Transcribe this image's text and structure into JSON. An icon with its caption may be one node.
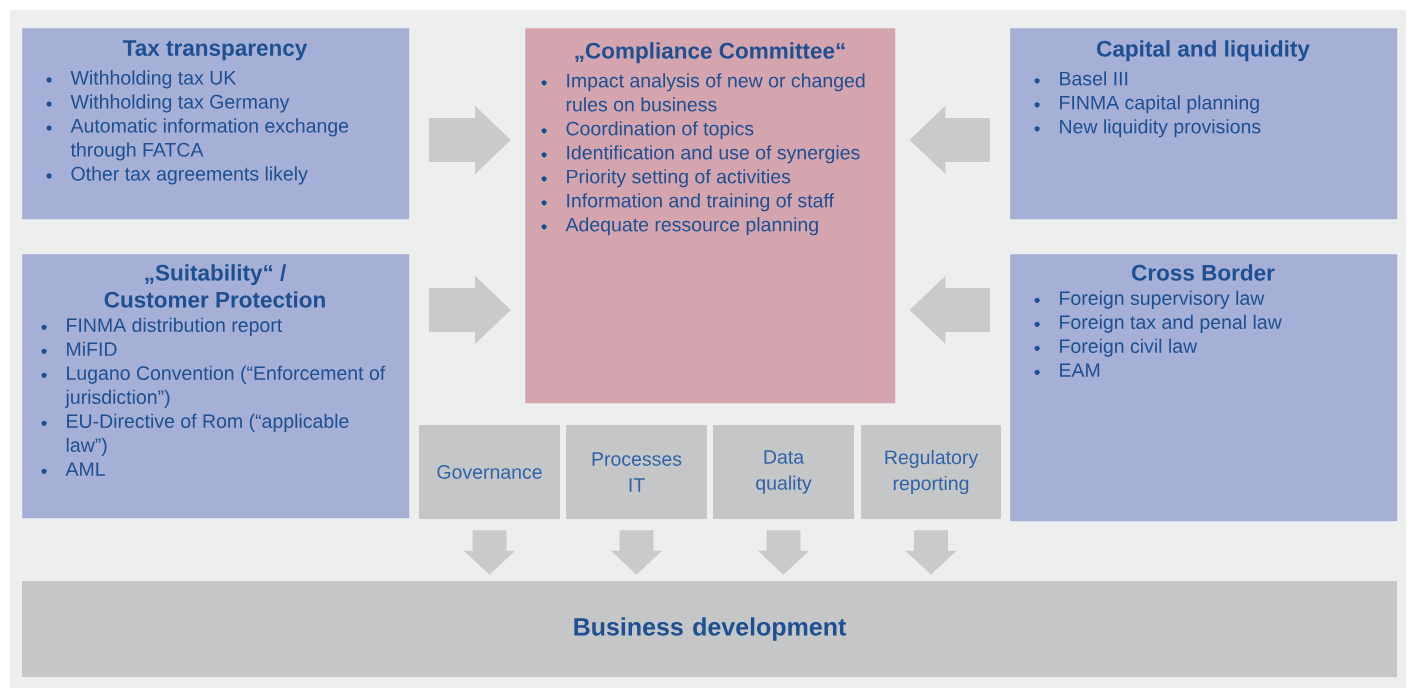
{
  "diagram": {
    "nodes": [
      {
        "text": [
          "Tax transparency",
          "Withholding tax UK",
          "Withholding tax Germany",
          "Automatic information exchange through FATCA",
          "Other tax agreements likely"
        ]
      },
      {
        "text": [
          "„Compliance Committee“",
          "Impact analysis of new or changed rules on business",
          "Coordination of topics",
          "Identification and use of synergies",
          "Priority setting of activities",
          "Information and training of staff",
          "Adequate ressource planning"
        ]
      },
      {
        "text": [
          "Capital and liquidity",
          "Basel III",
          "FINMA capital planning",
          "New liquidity provisions"
        ]
      },
      {
        "text": [
          "„Suitability“ / Customer Protection",
          "FINMA distribution report",
          "MiFID",
          "Lugano Convention (“Enforcement of jurisdiction”)",
          "EU-Directive of Rom (“applicable law”)",
          "AML"
        ]
      },
      {
        "text": [
          "Cross Border",
          "Foreign supervisory law",
          "Foreign tax and penal law",
          "Foreign civil law",
          "EAM"
        ]
      },
      {
        "text": [
          "Governance"
        ]
      },
      {
        "text": [
          "Processes IT"
        ]
      },
      {
        "text": [
          "Data quality"
        ]
      },
      {
        "text": [
          "Regulatory reporting"
        ]
      },
      {
        "text": [
          "Business development"
        ]
      }
    ],
    "edges": [
      {
        "from": 0,
        "to": 1,
        "arrow": "to"
      },
      {
        "from": 2,
        "to": 1,
        "arrow": "to"
      },
      {
        "from": 3,
        "to": 1,
        "arrow": "to"
      },
      {
        "from": 4,
        "to": 1,
        "arrow": "to"
      },
      {
        "from": 5,
        "to": 9,
        "arrow": "to"
      },
      {
        "from": 6,
        "to": 9,
        "arrow": "to"
      },
      {
        "from": 7,
        "to": 9,
        "arrow": "to"
      },
      {
        "from": 8,
        "to": 9,
        "arrow": "to"
      }
    ]
  }
}
